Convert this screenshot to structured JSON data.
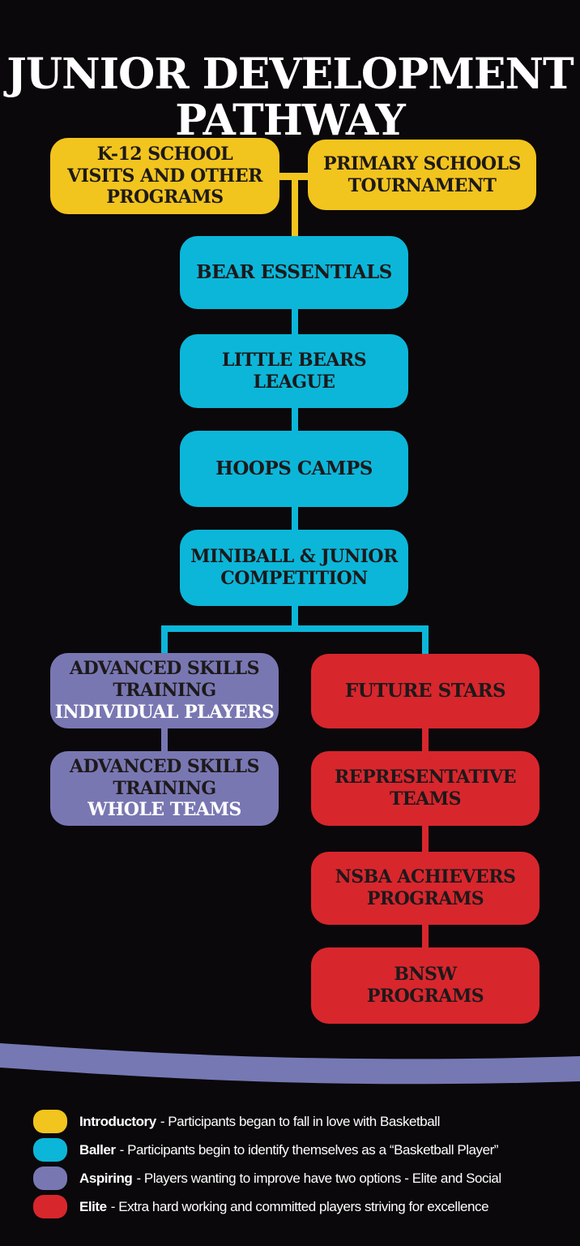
{
  "title": {
    "line1": "JUNIOR DEVELOPMENT",
    "line2": "PATHWAY"
  },
  "theme": {
    "background": "#0a080a",
    "yellow": "#f2c41e",
    "cyan": "#0cb6d9",
    "purple": "#7977b2",
    "red": "#d8262d",
    "swoosh": "#7678b3",
    "box_text_dark": "#1d191a",
    "box_text_light": "#ffffff",
    "title_text": "#ffffff",
    "legend_text": "#ffffff"
  },
  "nodes": {
    "k12": {
      "stage": "introductory",
      "lines": [
        "K-12 SCHOOL",
        "VISITS AND OTHER",
        "PROGRAMS"
      ]
    },
    "primary": {
      "stage": "introductory",
      "lines": [
        "PRIMARY SCHOOLS",
        "TOURNAMENT"
      ]
    },
    "bear": {
      "stage": "baller",
      "lines": [
        "BEAR ESSENTIALS"
      ]
    },
    "little": {
      "stage": "baller",
      "lines": [
        "LITTLE BEARS",
        "LEAGUE"
      ]
    },
    "hoops": {
      "stage": "baller",
      "lines": [
        "HOOPS CAMPS"
      ]
    },
    "miniball": {
      "stage": "baller",
      "lines": [
        "MINIBALL & JUNIOR",
        "COMPETITION"
      ]
    },
    "ast_individual": {
      "stage": "aspiring",
      "lines": [
        "ADVANCED SKILLS",
        "TRAINING",
        "INDIVIDUAL PLAYERS"
      ]
    },
    "future_stars": {
      "stage": "elite",
      "lines": [
        "FUTURE STARS"
      ]
    },
    "ast_whole": {
      "stage": "aspiring",
      "lines": [
        "ADVANCED SKILLS",
        "TRAINING",
        "WHOLE TEAMS"
      ]
    },
    "rep_teams": {
      "stage": "elite",
      "lines": [
        "REPRESENTATIVE",
        "TEAMS"
      ]
    },
    "nsba": {
      "stage": "elite",
      "lines": [
        "NSBA ACHIEVERS",
        "PROGRAMS"
      ]
    },
    "bnsw": {
      "stage": "elite",
      "lines": [
        "BNSW",
        "PROGRAMS"
      ]
    }
  },
  "legend": [
    {
      "term": "Introductory",
      "desc": "- Participants began to fall in love with Basketball",
      "color": "#f2c41e"
    },
    {
      "term": "Baller",
      "desc": "- Participants begin to identify themselves as a “Basketball Player”",
      "color": "#0cb6d9"
    },
    {
      "term": "Aspiring",
      "desc": "- Players wanting to improve have two options - Elite and Social",
      "color": "#7977b2"
    },
    {
      "term": "Elite",
      "desc": "- Extra hard working and committed players striving for excellence",
      "color": "#d8262d"
    }
  ]
}
